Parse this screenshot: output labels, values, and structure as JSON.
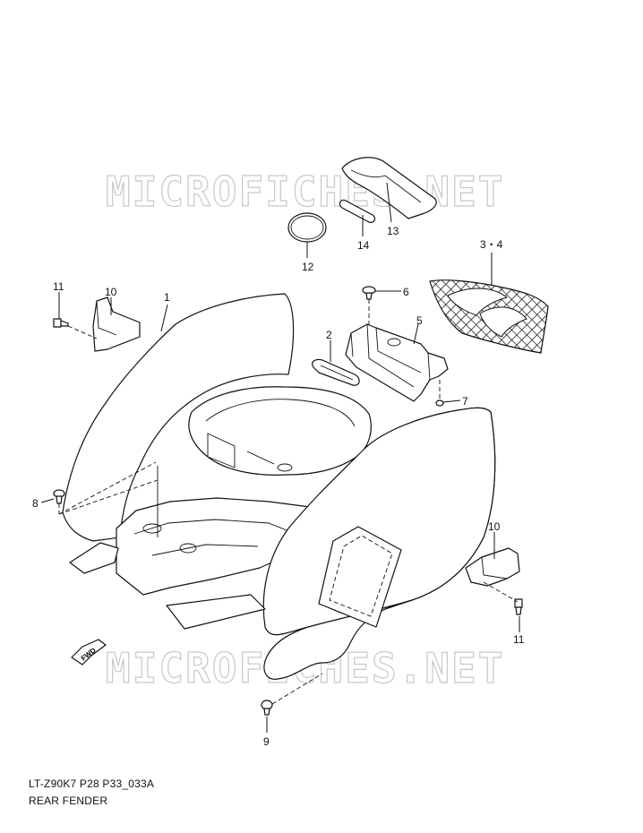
{
  "diagram": {
    "code": "LT-Z90K7 P28 P33_033A",
    "title": "REAR FENDER",
    "watermark": "MICROFICHES.NET",
    "fwd_label": "FWD",
    "callouts": {
      "c1": "1",
      "c2": "2",
      "c34": "3・4",
      "c5": "5",
      "c6": "6",
      "c7": "7",
      "c8": "8",
      "c9": "9",
      "c10a": "10",
      "c10b": "10",
      "c11a": "11",
      "c11b": "11",
      "c12": "12",
      "c13": "13",
      "c14": "14"
    }
  }
}
